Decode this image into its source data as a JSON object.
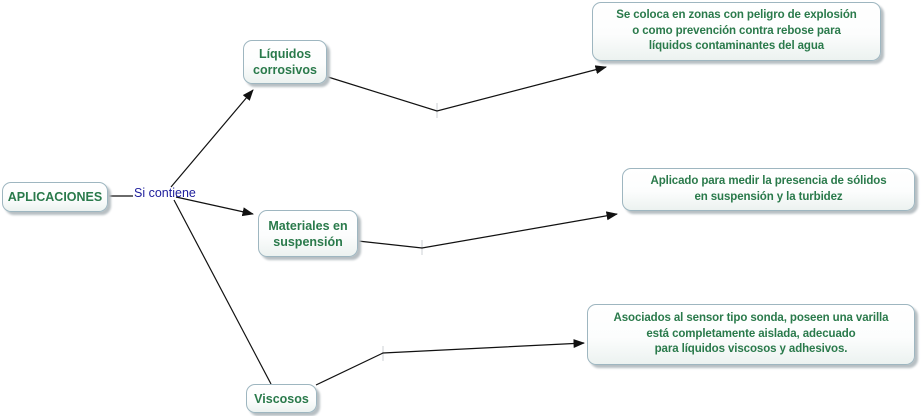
{
  "map": {
    "root_concept": {
      "label": "APLICACIONES"
    },
    "linking_phrase": {
      "label": "Si contiene"
    },
    "concepts": {
      "liquidos": {
        "label": "Líquidos\ncorrosivos"
      },
      "materiales": {
        "label": "Materiales en\nsuspensión"
      },
      "viscosos": {
        "label": "Viscosos"
      }
    },
    "descriptions": {
      "liquidos": {
        "text": "Se coloca en zonas con peligro de explosión\no como prevención contra rebose para\nlíquidos contaminantes del agua"
      },
      "materiales": {
        "text": "Aplicado para medir la presencia de sólidos\nen suspensión y la turbidez"
      },
      "viscosos": {
        "text": "Asociados al sensor tipo sonda, poseen una varilla\nestá completamente aislada, adecuado\npara líquidos viscosos y adhesivos."
      }
    },
    "colors": {
      "concept_text": "#2a7a4b",
      "node_border": "#9eb6c0",
      "linking_phrase_text": "#1c1c9b",
      "connector_line": "#111111",
      "background": "#ffffff"
    }
  }
}
